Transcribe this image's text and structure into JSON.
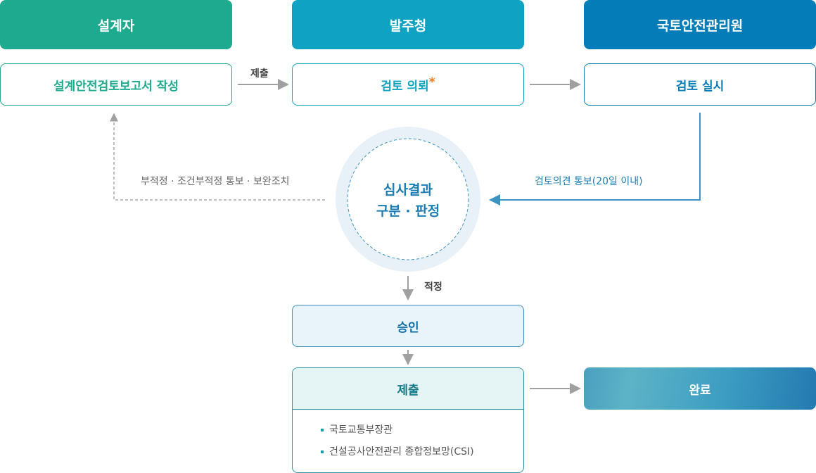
{
  "headers": {
    "designer": "설계자",
    "client": "발주청",
    "authority": "국토안전관리원"
  },
  "steps": {
    "write_report": "설계안전검토보고서 작성",
    "submit_label": "제출",
    "review_request": "검토 의뢰",
    "asterisk": "*",
    "review": "검토 실시",
    "notify_opinion": "검토의견 통보(20일 이내)",
    "reject_feedback": "부적정 · 조건부적정 통보 · 보완조치",
    "judgement_line1": "심사결과",
    "judgement_line2": "구분 · 판정",
    "appropriate": "적정",
    "approval": "승인",
    "submission": "제출",
    "submission_targets": [
      "국토교통부장관",
      "건설공사안전관리 종합정보망(CSI)"
    ],
    "complete": "완료"
  },
  "colors": {
    "green": "#1eaa8e",
    "teal": "#0fa2c3",
    "blue": "#047cb7",
    "orange": "#f07a1c"
  }
}
